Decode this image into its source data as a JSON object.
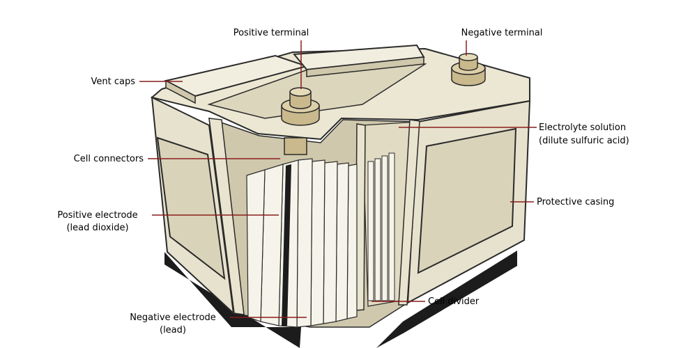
{
  "colors": {
    "leader": "#8a1c1c",
    "casing": "#e7e2cd",
    "casing_shade": "#cfc8ac",
    "outline": "#2a2a2a",
    "plate": "#f6f4ea",
    "base_dark": "#1c1c1c"
  },
  "labels": {
    "positive_terminal": "Positive terminal",
    "negative_terminal": "Negative terminal",
    "vent_caps": "Vent caps",
    "electrolyte_line1": "Electrolyte solution",
    "electrolyte_line2": "(dilute sulfuric acid)",
    "cell_connectors": "Cell connectors",
    "protective_casing": "Protective casing",
    "positive_electrode_line1": "Positive electrode",
    "positive_electrode_line2": "(lead dioxide)",
    "cell_divider": "Cell divider",
    "negative_electrode_line1": "Negative electrode",
    "negative_electrode_line2": "(lead)"
  }
}
